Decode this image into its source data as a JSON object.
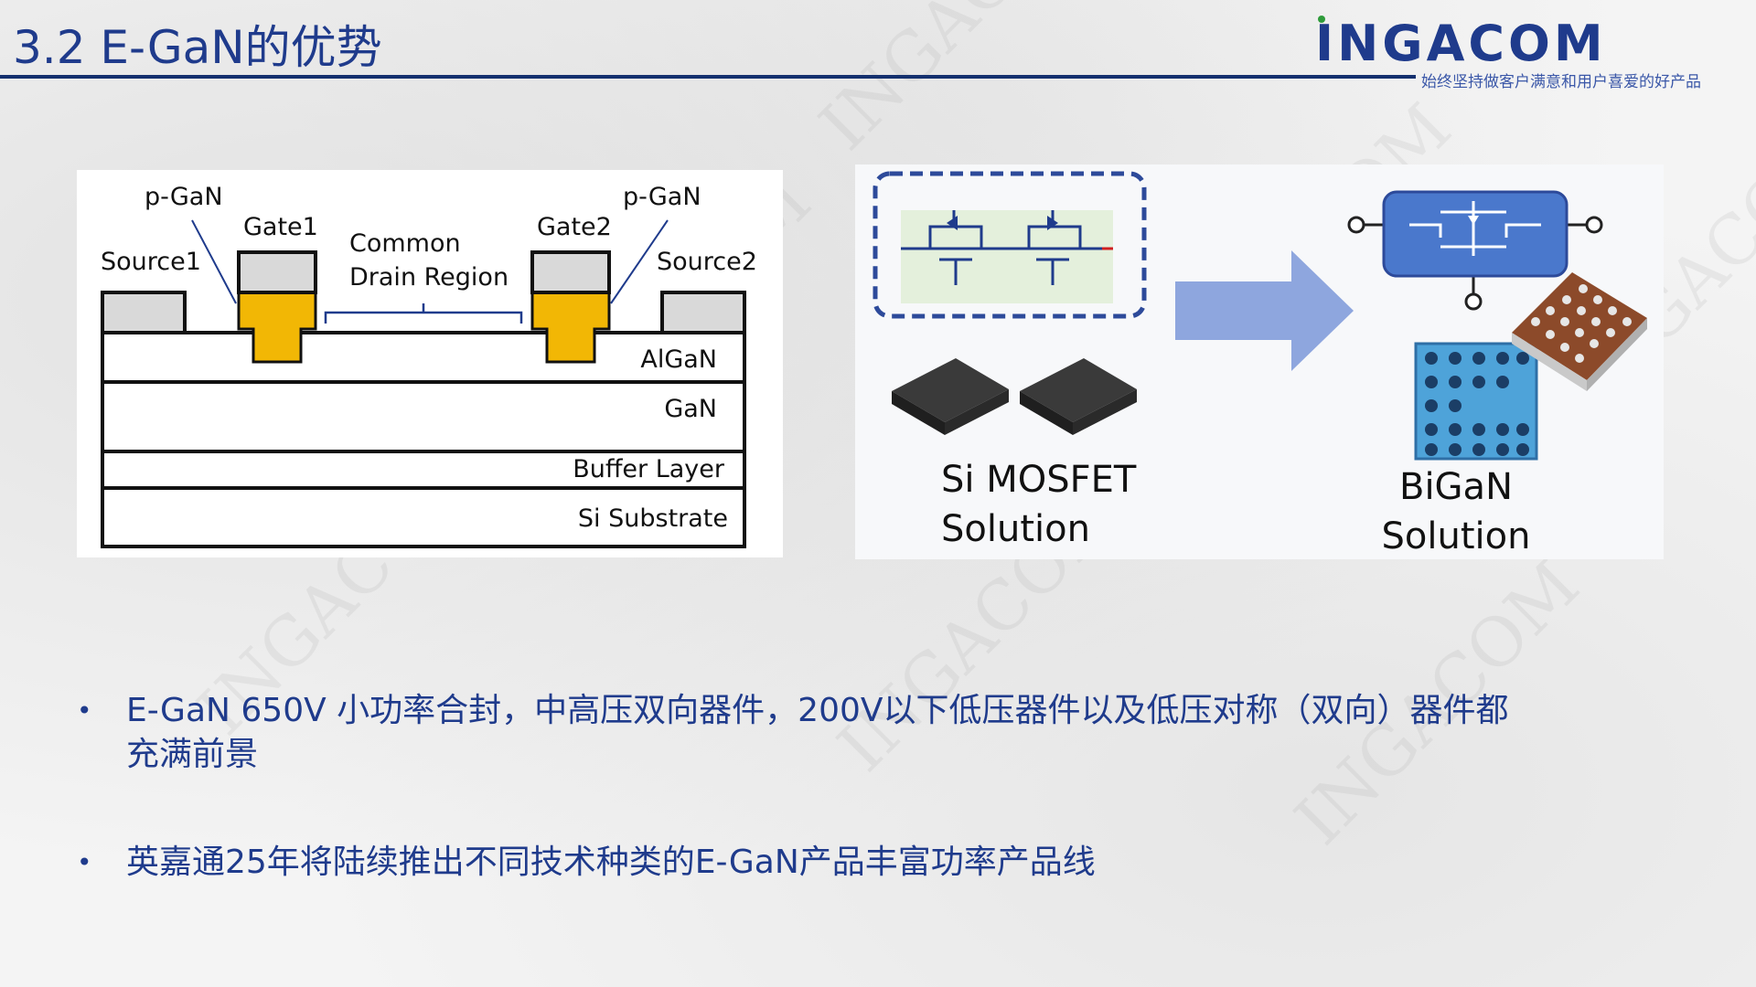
{
  "slide": {
    "title": "3.2 E-GaN的优势"
  },
  "brand": {
    "logo_text": "INGACOM",
    "tagline": "始终坚持做客户满意和用户喜爱的好产品",
    "color": "#1f3b8c",
    "accent": "#2e9b3a"
  },
  "structure_diagram": {
    "labels": {
      "pgan_left": "p-GaN",
      "pgan_right": "p-GaN",
      "gate1": "Gate1",
      "gate2": "Gate2",
      "source1": "Source1",
      "source2": "Source2",
      "common_line1": "Common",
      "common_line2": "Drain Region",
      "algan": "AlGaN",
      "gan": "GaN",
      "buffer": "Buffer Layer",
      "substrate": "Si Substrate"
    },
    "colors": {
      "pgan": "#f2b705",
      "electrode": "#d9d9d9"
    }
  },
  "solution_diagram": {
    "si_line1": "Si MOSFET",
    "si_line2": "Solution",
    "bigan_line1": "BiGaN",
    "bigan_line2": "Solution",
    "colors": {
      "arrow": "#8ea6de",
      "bigan_box": "#4a78cc",
      "dashed": "#2d4a9a"
    }
  },
  "bullets": [
    {
      "line1": "E-GaN 650V 小功率合封，中高压双向器件，200V以下低压器件以及低压对称（双向）器件都",
      "line2": "充满前景"
    },
    {
      "line1": "英嘉通25年将陆续推出不同技术种类的E-GaN产品丰富功率产品线"
    }
  ],
  "watermark": "INGACOM"
}
